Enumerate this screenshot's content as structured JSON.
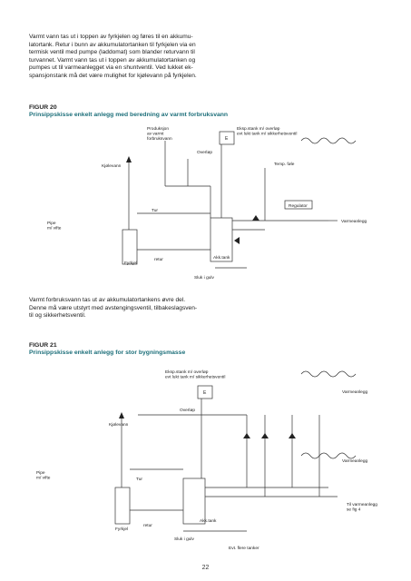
{
  "intro_text": "Varmt vann tas ut i toppen av fyrkjelen og føres til en akkumu-\nlatortank. Retur i bunn av akkumulatortanken til fyrkjelen via en\ntermisk ventil med pumpe (laddomat) som blander returvann til\nturvannet. Varmt vann tas ut i toppen av akkumulatortanken og\npumpes ut til varmeanlegget via en shuntventil. Ved lukket ek-\nspansjonstank må det være mulighet for kjølevann på fyrkjelen.",
  "figure20": {
    "number": "FIGUR 20",
    "caption": "Prinsippskisse enkelt anlegg med beredning av varmt forbruksvann",
    "labels": {
      "produksjon": "Produksjon\nav varmt\nforbruksvann",
      "ekspansjon": "Eksp.stank m/ overløp\nevt lukt tank m/ sikkerhetsventil",
      "e": "E",
      "overlop": "Overløp",
      "kjolevann": "Kjølevann",
      "temp_foler": "Temp. føle",
      "regulator": "Regulator",
      "tur": "Tur",
      "varmeanlegg": "Varmeanlegg",
      "pipe": "Pipe\nm/ vifte",
      "fyrkjel": "Fyrkjel",
      "retur": "retur",
      "akk_tank": "Akk.tank",
      "sluk": "Sluk i gulv"
    }
  },
  "middle_text": "Varmt forbruksvann tas ut av akkumulatortankens øvre del.\nDenne må være utstyrt med avstengingsventil, tilbakeslagsven-\ntil og sikkerhetsventil.",
  "figure21": {
    "number": "FIGUR 21",
    "caption": "Prinsippskisse enkelt anlegg for stor bygningsmasse",
    "labels": {
      "ekspansjon": "Eksp.stank m/ overløp\nevt lukt tank m/ sikkerhetsventil",
      "e": "E",
      "overlop": "Overløp",
      "varmeanlegg_top": "Varmeanlegg",
      "kjolevann": "Kjølevann",
      "varmeanlegg_mid": "Varmeanlegg",
      "pipe": "Pipe\nm/ vifte",
      "tur": "Tur",
      "til_varmeanlegg": "Til varmeanlegg\nse fig 4",
      "fyrkjel": "Fyrkjel",
      "retur": "retur",
      "akk_tank": "Akk.tank",
      "sluk": "Sluk i gulv",
      "evt_flere": "Evt. flere tanker"
    }
  },
  "page_number": "22"
}
